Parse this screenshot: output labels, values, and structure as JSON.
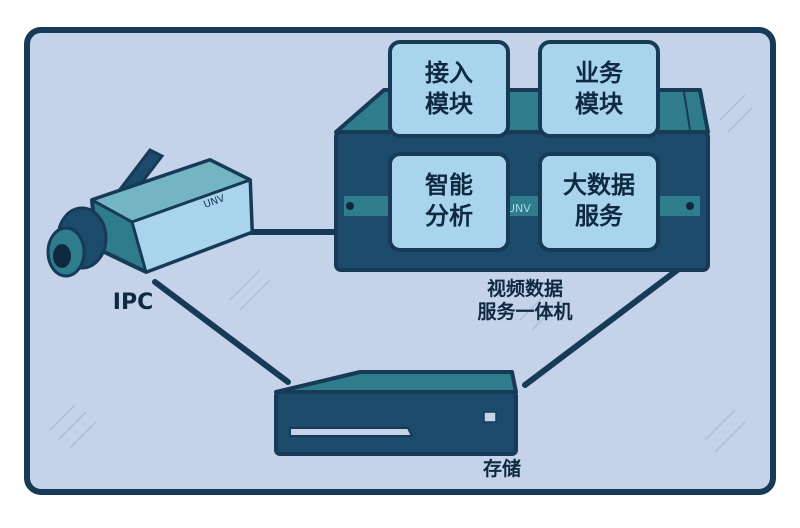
{
  "diagram": {
    "nodes": {
      "camera": {
        "label": "IPC",
        "brand": "UNV"
      },
      "server": {
        "label_line1": "视频数据",
        "label_line2": "服务一体机",
        "brand": "UNV",
        "modules": [
          {
            "line1": "接入",
            "line2": "模块"
          },
          {
            "line1": "业务",
            "line2": "模块"
          },
          {
            "line1": "智能",
            "line2": "分析"
          },
          {
            "line1": "大数据",
            "line2": "服务"
          }
        ]
      },
      "storage": {
        "label": "存储"
      }
    },
    "edges": [
      {
        "from": "camera",
        "to": "server"
      },
      {
        "from": "camera",
        "to": "storage"
      },
      {
        "from": "server",
        "to": "storage"
      }
    ]
  },
  "colors": {
    "panel_bg": "#c4d3ea",
    "frame": "#173a57",
    "device_dark": "#1b4a6b",
    "device_teal": "#2f7c8c",
    "tile_fill": "#a9d4ee",
    "label_text": "#0f2a40"
  }
}
